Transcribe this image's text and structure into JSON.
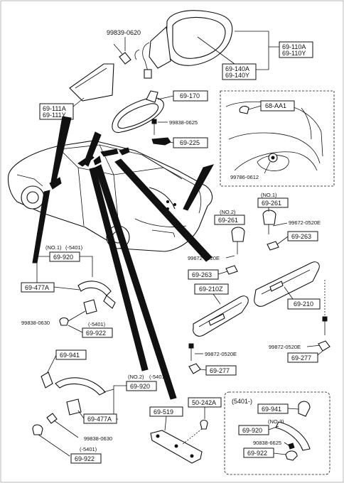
{
  "labels": {
    "l_99839_0620": "99839-0620",
    "l_69_110A": "69-110A",
    "l_69_110Y": "69-110Y",
    "l_69_140A": "69-140A",
    "l_69_140Y": "69-140Y",
    "l_69_111A": "69-111A",
    "l_69_111Y": "69-111Y",
    "l_69_170": "69-170",
    "l_99838_0625": "99838-0625",
    "l_69_225": "69-225",
    "l_68_AA1": "68-AA1",
    "l_99786_0612": "99786-0612",
    "l_no1_a": "(NO.1)",
    "l_69_261_a": "69-261",
    "l_no2_a": "(NO.2)",
    "l_69_261_b": "69-261",
    "l_99672_0520E_a": "99672-0520E",
    "l_69_263_a": "69-263",
    "l_99672_0520E_b": "99672-0520E",
    "l_69_263_b": "69-263",
    "l_no1_5401": "(NO.1)",
    "l_5401_a": "(-5401)",
    "l_69_920_a": "69-920",
    "l_69_477A_a": "69-477A",
    "l_69_210Z": "69-210Z",
    "l_69_210": "69-210",
    "l_99838_0630_a": "99838-0630",
    "l_5401_b": "(-5401)",
    "l_69_922_a": "69-922",
    "l_99872_0520E_a": "99872-0520E",
    "l_99872_0520E_b": "99872-0520E",
    "l_69_277_a": "69-277",
    "l_69_277_b": "69-277",
    "l_69_941_a": "69-941",
    "l_no2_5401": "(NO.2)",
    "l_5401_c": "(-5401)",
    "l_69_920_b": "69-920",
    "l_69_477A_b": "69-477A",
    "l_69_519": "69-519",
    "l_50_242A": "50-242A",
    "l_99838_0630_b": "99838-0630",
    "l_5401_d": "(-5401)",
    "l_69_922_b": "69-922",
    "l_5401_plus": "(5401-)",
    "l_69_941_b": "69-941",
    "l_no3": "(NO.3)",
    "l_69_920_c": "69-920",
    "l_90838_6625": "90838-6625",
    "l_69_922_c": "69-922"
  }
}
